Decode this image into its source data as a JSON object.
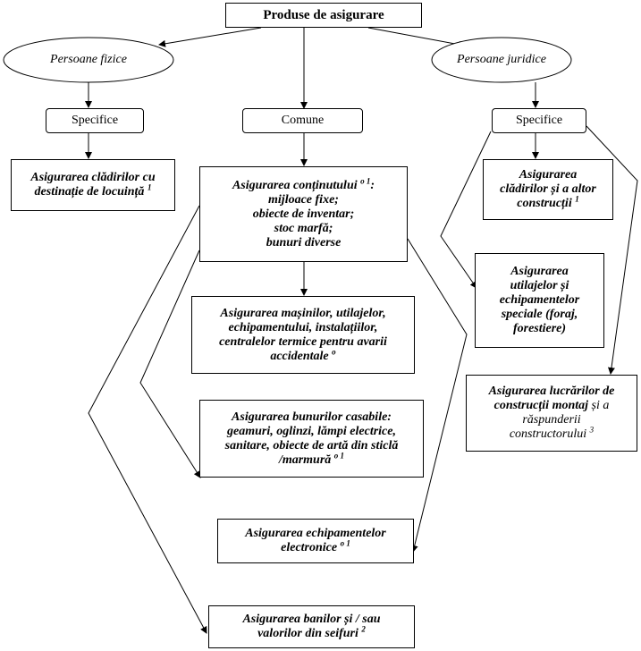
{
  "root": {
    "label": "Produse de asigurare"
  },
  "categories": {
    "fizice": "Persoane fizice",
    "juridice": "Persoane juridice"
  },
  "groups": {
    "specifice_fizice": "Specifice",
    "comune": "Comune",
    "specifice_juridice": "Specifice"
  },
  "products": {
    "cladiri_locuinta": {
      "text": "Asigurarea clădirilor cu\ndestinație de locuință",
      "mark": "1"
    },
    "continut": {
      "text": "Asigurarea conținutului",
      "mark": "o 1",
      "colon": ":",
      "list": "mijloace fixe;\nobiecte de inventar;\nstoc marfă;\nbunuri diverse"
    },
    "masini": {
      "text": "Asigurarea mașinilor, utilajelor,\nechipamentului, instalațiilor,\ncentralelor termice pentru avarii\naccidentale",
      "mark": "o"
    },
    "casabile": {
      "text": "Asigurarea bunurilor casabile:\ngeamuri, oglinzi, lămpi electrice,\nsanitare, obiecte de artă din sticlă\n/marmură",
      "mark": "o 1"
    },
    "electronice": {
      "text": "Asigurarea echipamentelor\nelectronice",
      "mark": "o 1"
    },
    "bani": {
      "text": "Asigurarea banilor și / sau\nvalorilor din seifuri",
      "mark": "2"
    },
    "cladiri_constructii": {
      "text": "Asigurarea\nclădirilor și a altor\nconstrucții",
      "mark": "1"
    },
    "utilaje_speciale": {
      "text": "Asigurarea\nutilajelor și\nechipamentelor\nspeciale (foraj,\nforestiere)",
      "mark": ""
    },
    "lucrari": {
      "text_bold": "Asigurarea lucrărilor de\nconstrucții montaj",
      "text_italic1": " și a",
      "text_italic2": "răspunderii\nconstructorului",
      "mark": "3"
    }
  }
}
